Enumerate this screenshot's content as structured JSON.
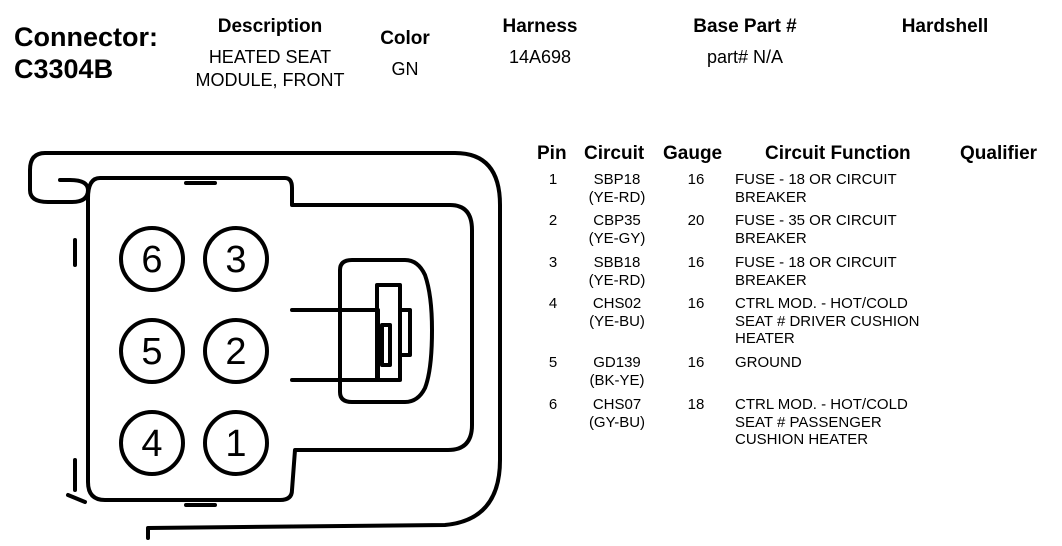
{
  "connector": {
    "label": "Connector:",
    "id": "C3304B"
  },
  "header": {
    "description": {
      "label": "Description",
      "lines": [
        "HEATED SEAT",
        "MODULE, FRONT"
      ]
    },
    "color": {
      "label": "Color",
      "value": "GN"
    },
    "harness": {
      "label": "Harness",
      "value": "14A698"
    },
    "base_part": {
      "label": "Base Part #",
      "value": "part# N/A"
    },
    "hardshell": {
      "label": "Hardshell",
      "value": ""
    }
  },
  "table": {
    "columns": [
      "Pin",
      "Circuit",
      "Gauge",
      "Circuit Function",
      "Qualifier"
    ],
    "rows": [
      {
        "pin": "1",
        "circuit": [
          "SBP18",
          "(YE-RD)"
        ],
        "gauge": "16",
        "function": [
          "FUSE - 18 OR CIRCUIT",
          "BREAKER"
        ],
        "qualifier": ""
      },
      {
        "pin": "2",
        "circuit": [
          "CBP35",
          "(YE-GY)"
        ],
        "gauge": "20",
        "function": [
          "FUSE - 35 OR CIRCUIT",
          "BREAKER"
        ],
        "qualifier": ""
      },
      {
        "pin": "3",
        "circuit": [
          "SBB18",
          "(YE-RD)"
        ],
        "gauge": "16",
        "function": [
          "FUSE - 18 OR CIRCUIT",
          "BREAKER"
        ],
        "qualifier": ""
      },
      {
        "pin": "4",
        "circuit": [
          "CHS02",
          "(YE-BU)"
        ],
        "gauge": "16",
        "function": [
          "CTRL MOD. - HOT/COLD",
          "SEAT # DRIVER CUSHION",
          "HEATER"
        ],
        "qualifier": ""
      },
      {
        "pin": "5",
        "circuit": [
          "GD139",
          "(BK-YE)"
        ],
        "gauge": "16",
        "function": [
          "GROUND"
        ],
        "qualifier": ""
      },
      {
        "pin": "6",
        "circuit": [
          "CHS07",
          "(GY-BU)"
        ],
        "gauge": "18",
        "function": [
          "CTRL MOD. - HOT/COLD",
          "SEAT # PASSENGER",
          "CUSHION HEATER"
        ],
        "qualifier": ""
      }
    ]
  },
  "diagram": {
    "cavities": [
      "6",
      "3",
      "5",
      "2",
      "4",
      "1"
    ]
  }
}
